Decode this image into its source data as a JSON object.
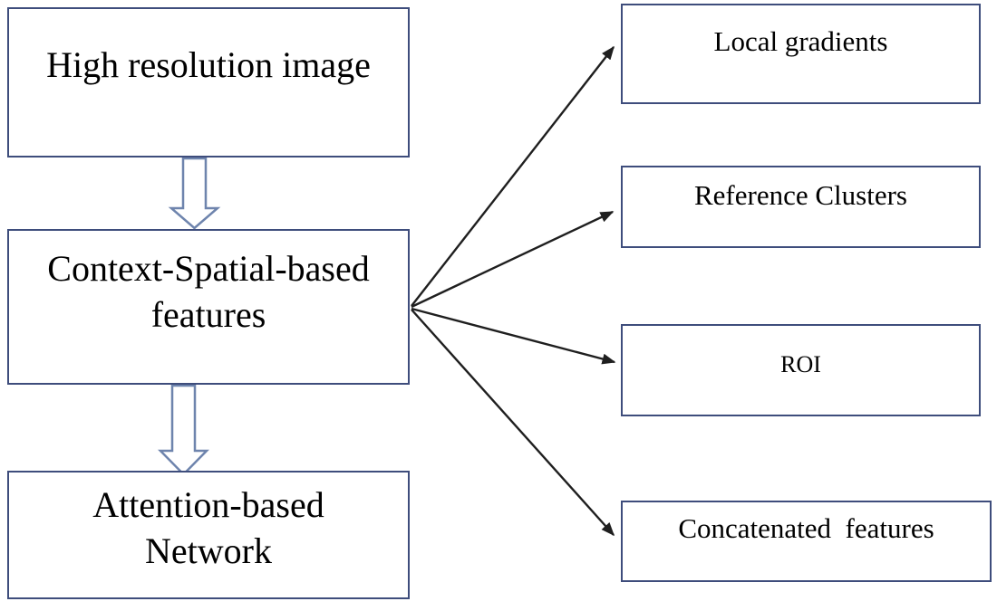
{
  "colors": {
    "background": "#ffffff",
    "box_border": "#3e4d7c",
    "block_arrow_outline": "#6e84ad",
    "connector_line": "#1f1f1f",
    "text": "#000000"
  },
  "nodes": {
    "high_resolution_image": {
      "label": "High resolution image"
    },
    "context_spatial_features": {
      "line1": "Context-Spatial-based",
      "line2": "features"
    },
    "attention_based_network": {
      "line1": "Attention-based",
      "line2": "Network"
    },
    "local_gradients": {
      "label": "Local gradients"
    },
    "reference_clusters": {
      "label": "Reference Clusters"
    },
    "roi": {
      "label": "ROI"
    },
    "concatenated_features": {
      "label": "Concatenated  features"
    }
  },
  "edges": [
    {
      "from": "high_resolution_image",
      "to": "context_spatial_features",
      "style": "block-arrow-down"
    },
    {
      "from": "context_spatial_features",
      "to": "attention_based_network",
      "style": "block-arrow-down"
    },
    {
      "from": "context_spatial_features",
      "to": "local_gradients",
      "style": "thin-arrow"
    },
    {
      "from": "context_spatial_features",
      "to": "reference_clusters",
      "style": "thin-arrow"
    },
    {
      "from": "context_spatial_features",
      "to": "roi",
      "style": "thin-arrow"
    },
    {
      "from": "context_spatial_features",
      "to": "concatenated_features",
      "style": "thin-arrow"
    }
  ]
}
